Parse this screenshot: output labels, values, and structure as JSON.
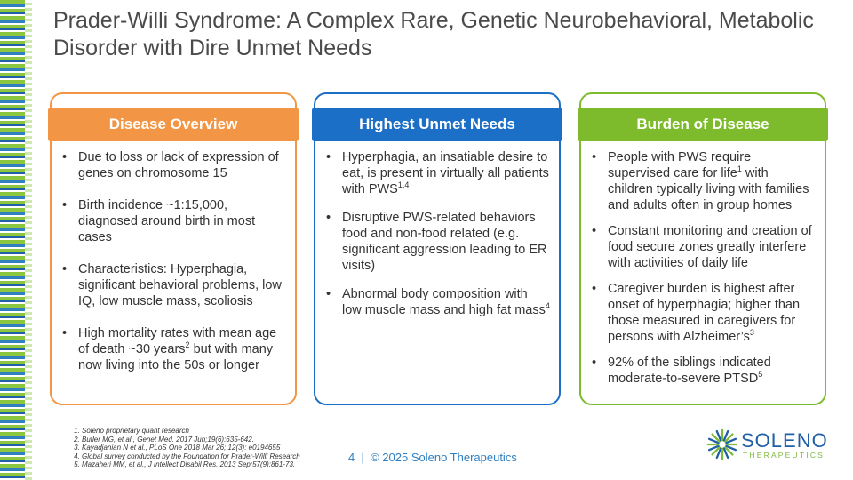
{
  "slide": {
    "title": "Prader-Willi Syndrome: A Complex Rare, Genetic Neurobehavioral, Metabolic Disorder with Dire Unmet Needs"
  },
  "colors": {
    "orange": "#f29544",
    "blue": "#1c6fc6",
    "green": "#7dbb2d"
  },
  "cards": [
    {
      "header": "Disease Overview",
      "items": [
        {
          "text": "Due to loss or lack of expression of genes on chromosome 15"
        },
        {
          "text": "Birth incidence  ~1:15,000, diagnosed around birth in most cases"
        },
        {
          "text": "Characteristics: Hyperphagia, significant behavioral problems, low IQ, low muscle mass, scoliosis"
        },
        {
          "pre": "High mortality rates with mean age of death ~30 years",
          "sup": "2",
          "post": " but with many now living into the 50s or longer"
        }
      ]
    },
    {
      "header": "Highest Unmet Needs",
      "items": [
        {
          "pre": "Hyperphagia, an insatiable desire to eat, is present in virtually all patients with PWS",
          "sup": "1,4",
          "post": ""
        },
        {
          "text": "Disruptive PWS-related behaviors food and non-food related (e.g. significant aggression leading to ER visits)"
        },
        {
          "pre": "Abnormal body composition with low muscle mass and high fat mass",
          "sup": "4",
          "post": ""
        }
      ]
    },
    {
      "header": "Burden of Disease",
      "items": [
        {
          "pre": "People with PWS require supervised care for life",
          "sup": "1",
          "post": " with children typically living with families and adults often in group homes"
        },
        {
          "text": "Constant monitoring and creation of food secure zones greatly interfere with activities of daily life"
        },
        {
          "pre": "Caregiver burden is highest after onset of hyperphagia; higher than those measured in caregivers for persons with Alzheimer’s",
          "sup": "3",
          "post": ""
        },
        {
          "pre": "92% of the siblings indicated moderate-to-severe PTSD",
          "sup": "5",
          "post": ""
        }
      ]
    }
  ],
  "footnotes": [
    "Soleno proprietary quant research",
    "Butler MG, et al., Genet Med. 2017 Jun;19(6):635-642.",
    "Kayadjanian N et al., PLoS One 2018 Mar 26; 12(3): e0194655",
    "Global survey conducted by the Foundation for Prader-Willi Research",
    "Mazaheri MM, et al., J Intellect Disabil Res. 2013 Sep;57(9):861-73."
  ],
  "footer": {
    "page_number": "4",
    "separator": "|",
    "copyright": "© 2025 Soleno Therapeutics"
  },
  "logo": {
    "name": "SOLENO",
    "tagline": "THERAPEUTICS",
    "icon": "soleno-starburst-icon"
  }
}
